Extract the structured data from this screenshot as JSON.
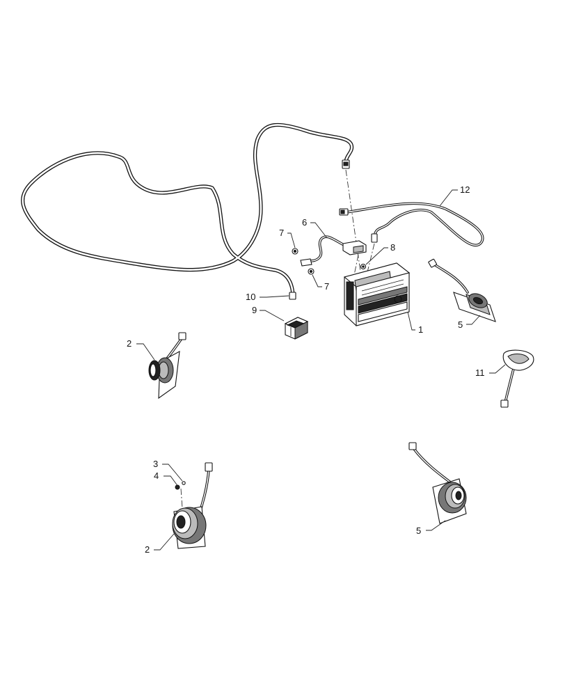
{
  "callouts": {
    "c1": "1",
    "c2a": "2",
    "c2b": "2",
    "c3": "3",
    "c4": "4",
    "c5a": "5",
    "c5b": "5",
    "c6": "6",
    "c7a": "7",
    "c7b": "7",
    "c8": "8",
    "c9": "9",
    "c10": "10",
    "c11": "11",
    "c12": "12"
  }
}
